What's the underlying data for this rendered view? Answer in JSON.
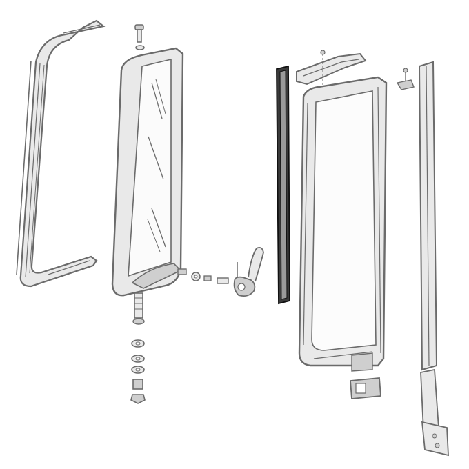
{
  "diagram": {
    "type": "exploded-parts-illustration",
    "labels": [],
    "colors": {
      "background": "#ffffff",
      "ink": "#6b6b6b",
      "ink_dark": "#2a2a2a",
      "fill_light": "#e9e9e9",
      "fill_mid": "#cfcfcf"
    },
    "parts": [
      {
        "name": "outer-seal-frame"
      },
      {
        "name": "vent-wing-glass-frame"
      },
      {
        "name": "pivot-stud-screw"
      },
      {
        "name": "lower-pivot-assembly"
      },
      {
        "name": "latch-handle"
      },
      {
        "name": "division-bar-channel"
      },
      {
        "name": "door-window-frame"
      },
      {
        "name": "upper-clip"
      },
      {
        "name": "mount-screw-clip"
      },
      {
        "name": "rear-run-channel"
      },
      {
        "name": "frame-bracket"
      }
    ]
  }
}
